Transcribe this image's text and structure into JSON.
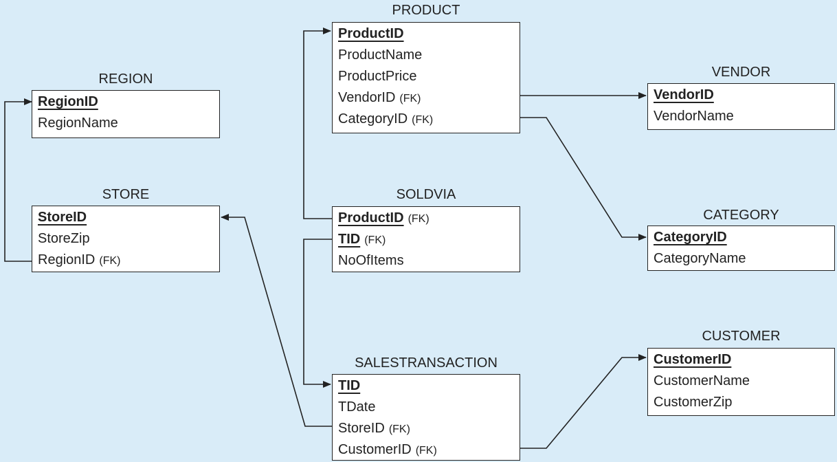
{
  "entities": {
    "product": {
      "title": "PRODUCT",
      "attrs": [
        {
          "name": "ProductID",
          "pk": true,
          "fk": ""
        },
        {
          "name": "ProductName",
          "pk": false,
          "fk": ""
        },
        {
          "name": "ProductPrice",
          "pk": false,
          "fk": ""
        },
        {
          "name": "VendorID",
          "pk": false,
          "fk": "(FK)"
        },
        {
          "name": "CategoryID",
          "pk": false,
          "fk": "(FK)"
        }
      ]
    },
    "region": {
      "title": "REGION",
      "attrs": [
        {
          "name": "RegionID",
          "pk": true,
          "fk": ""
        },
        {
          "name": "RegionName",
          "pk": false,
          "fk": ""
        }
      ]
    },
    "vendor": {
      "title": "VENDOR",
      "attrs": [
        {
          "name": "VendorID",
          "pk": true,
          "fk": ""
        },
        {
          "name": "VendorName",
          "pk": false,
          "fk": ""
        }
      ]
    },
    "store": {
      "title": "STORE",
      "attrs": [
        {
          "name": "StoreID",
          "pk": true,
          "fk": ""
        },
        {
          "name": "StoreZip",
          "pk": false,
          "fk": ""
        },
        {
          "name": "RegionID",
          "pk": false,
          "fk": "(FK)"
        }
      ]
    },
    "soldvia": {
      "title": "SOLDVIA",
      "attrs": [
        {
          "name": "ProductID",
          "pk": true,
          "fk": "(FK)"
        },
        {
          "name": "TID",
          "pk": true,
          "fk": "(FK)"
        },
        {
          "name": "NoOfItems",
          "pk": false,
          "fk": ""
        }
      ]
    },
    "category": {
      "title": "CATEGORY",
      "attrs": [
        {
          "name": "CategoryID",
          "pk": true,
          "fk": ""
        },
        {
          "name": "CategoryName",
          "pk": false,
          "fk": ""
        }
      ]
    },
    "customer": {
      "title": "CUSTOMER",
      "attrs": [
        {
          "name": "CustomerID",
          "pk": true,
          "fk": ""
        },
        {
          "name": "CustomerName",
          "pk": false,
          "fk": ""
        },
        {
          "name": "CustomerZip",
          "pk": false,
          "fk": ""
        }
      ]
    },
    "salestransaction": {
      "title": "SALESTRANSACTION",
      "attrs": [
        {
          "name": "TID",
          "pk": true,
          "fk": ""
        },
        {
          "name": "TDate",
          "pk": false,
          "fk": ""
        },
        {
          "name": "StoreID",
          "pk": false,
          "fk": "(FK)"
        },
        {
          "name": "CustomerID",
          "pk": false,
          "fk": "(FK)"
        }
      ]
    }
  },
  "relationships": [
    {
      "from": "product.VendorID",
      "to": "vendor.VendorID"
    },
    {
      "from": "product.CategoryID",
      "to": "category.CategoryID"
    },
    {
      "from": "store.RegionID",
      "to": "region.RegionID"
    },
    {
      "from": "soldvia.ProductID",
      "to": "product.ProductID"
    },
    {
      "from": "soldvia.TID",
      "to": "salestransaction.TID"
    },
    {
      "from": "salestransaction.StoreID",
      "to": "store.StoreID"
    },
    {
      "from": "salestransaction.CustomerID",
      "to": "customer.CustomerID"
    }
  ],
  "colors": {
    "background": "#d9ecf8",
    "line": "#222222",
    "box": "#ffffff"
  }
}
